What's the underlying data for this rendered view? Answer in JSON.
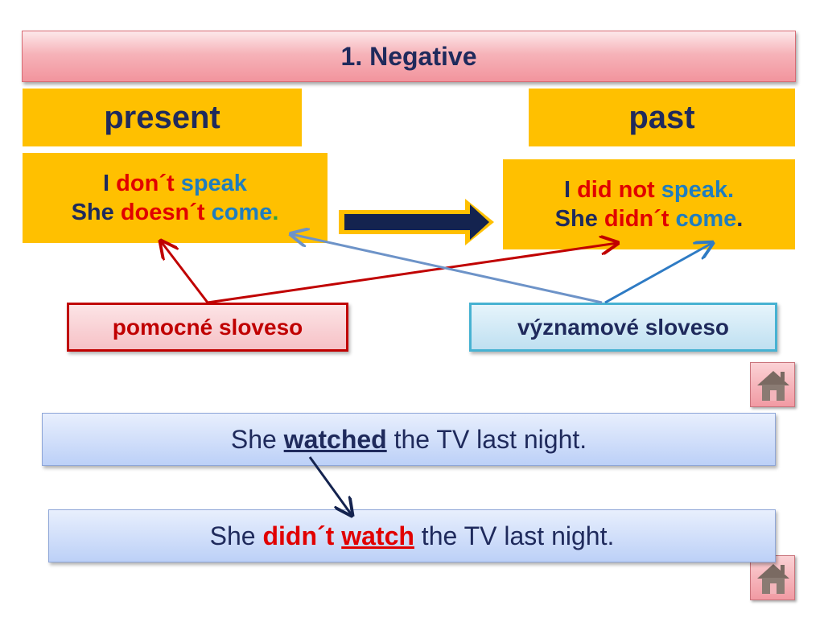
{
  "title": "1. Negative",
  "headers": {
    "present": "present",
    "past": "past"
  },
  "present_box": {
    "line1": {
      "subject": "I",
      "auxiliary": "don´t",
      "verb": "speak"
    },
    "line2": {
      "subject": "She",
      "auxiliary": "doesn´t",
      "verb": "come",
      "end": "."
    }
  },
  "past_box": {
    "line1": {
      "subject": "I",
      "auxiliary": "did not",
      "verb": "speak."
    },
    "line2": {
      "subject": "She",
      "auxiliary": "didn´t",
      "verb": "come",
      "end": "."
    }
  },
  "labels": {
    "auxiliary": "pomocné sloveso",
    "main_verb": "významové sloveso"
  },
  "example1": {
    "start": "She",
    "verb": "watched",
    "end": "the TV last night."
  },
  "example2": {
    "start": "She",
    "auxiliary": "didn´t",
    "verb": "watch",
    "end": "the TV last night."
  },
  "icons": {
    "arrow": "right-arrow-icon",
    "home": "home-icon"
  },
  "colors": {
    "navy": "#1f2a5c",
    "red": "#e10000",
    "blue": "#1f7dbf",
    "gold": "#ffc000",
    "pink": "#f6b3b9",
    "light_blue": "#bcd0f7"
  }
}
